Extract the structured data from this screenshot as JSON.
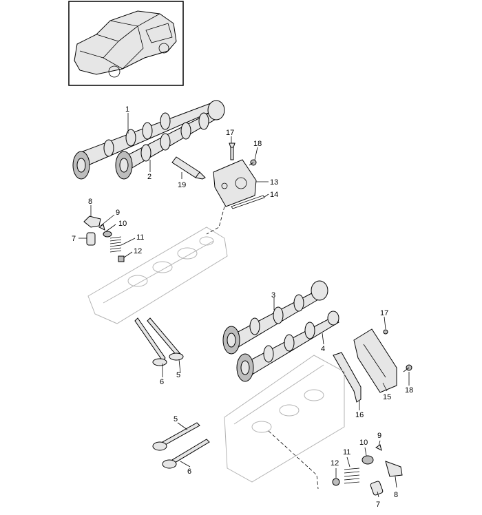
{
  "callouts": {
    "c1": "1",
    "c2": "2",
    "c3": "3",
    "c4": "4",
    "c5a": "5",
    "c6a": "6",
    "c5b": "5",
    "c6b": "6",
    "c7a": "7",
    "c8a": "8",
    "c9a": "9",
    "c10a": "10",
    "c11a": "11",
    "c12a": "12",
    "c7b": "7",
    "c8b": "8",
    "c9b": "9",
    "c10b": "10",
    "c11b": "11",
    "c12b": "12",
    "c13": "13",
    "c14": "14",
    "c15": "15",
    "c16": "16",
    "c17a": "17",
    "c17b": "17",
    "c18a": "18",
    "c18b": "18",
    "c19": "19"
  }
}
